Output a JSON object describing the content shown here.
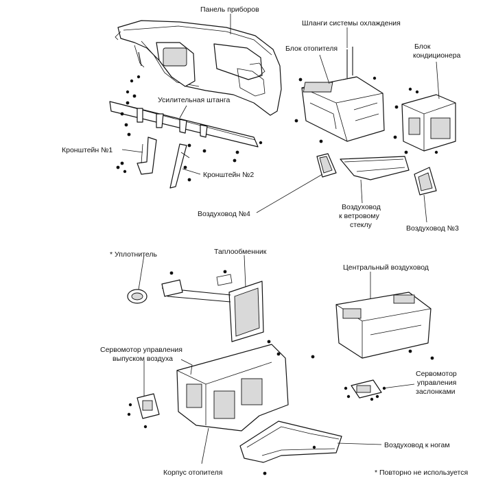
{
  "labels": {
    "instrument_panel": "Панель приборов",
    "cooling_hoses": "Шланги системы охлаждения",
    "heater_unit": "Блок отопителя",
    "ac_unit_line1": "Блок",
    "ac_unit_line2": "кондиционера",
    "reinforcement_beam": "Усилительная штанга",
    "bracket_1": "Кронштейн №1",
    "bracket_2": "Кронштейн №2",
    "air_duct_4": "Воздуховод №4",
    "windshield_duct_line1": "Воздуховод",
    "windshield_duct_line2": "к ветровому",
    "windshield_duct_line3": "стеклу",
    "air_duct_3": "Воздуховод №3",
    "seal": "* Уплотнитель",
    "heat_exchanger": "Таплообменник",
    "center_duct": "Центральный воздуховод",
    "outlet_servo_line1": "Сервомотор управления",
    "outlet_servo_line2": "выпуском воздуха",
    "damper_servo_line1": "Сервомотор",
    "damper_servo_line2": "управления",
    "damper_servo_line3": "заслонками",
    "foot_duct": "Воздуховод к ногам",
    "heater_case": "Корпус отопителя",
    "footnote": "* Повторно не используется"
  }
}
